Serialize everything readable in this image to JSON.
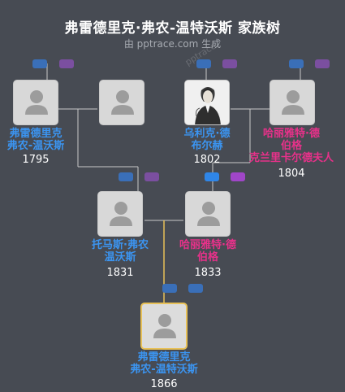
{
  "header": {
    "title": "弗雷德里克·弗农-温特沃斯 家族树",
    "subtitle": "由 pptrace.com 生成",
    "watermark": "pptrace"
  },
  "people": {
    "p1": {
      "name1": "弗雷德里克",
      "name2": "弗农-温沃斯",
      "year": "1795"
    },
    "p2": {
      "name1": "",
      "name2": "",
      "year": ""
    },
    "p3": {
      "name1": "乌利克·德",
      "name2": "布尔赫",
      "year": "1802"
    },
    "p4": {
      "name1": "哈丽雅特·德",
      "name2": "伯格",
      "name3": "克兰里卡尔德夫人",
      "year": "1804"
    },
    "p5": {
      "name1": "托马斯·弗农",
      "name2": "温沃斯",
      "year": "1831"
    },
    "p6": {
      "name1": "哈丽雅特·德",
      "name2": "伯格",
      "year": "1833"
    },
    "p7": {
      "name1": "弗雷德里克",
      "name2": "弗农-温特沃斯",
      "year": "1866"
    }
  },
  "colors": {
    "background": "#474b53",
    "male": "#3b95f2",
    "female": "#e8318a",
    "line": "#c8c8c8",
    "descent_line": "#e8c158",
    "focus_border": "#e8c158"
  }
}
